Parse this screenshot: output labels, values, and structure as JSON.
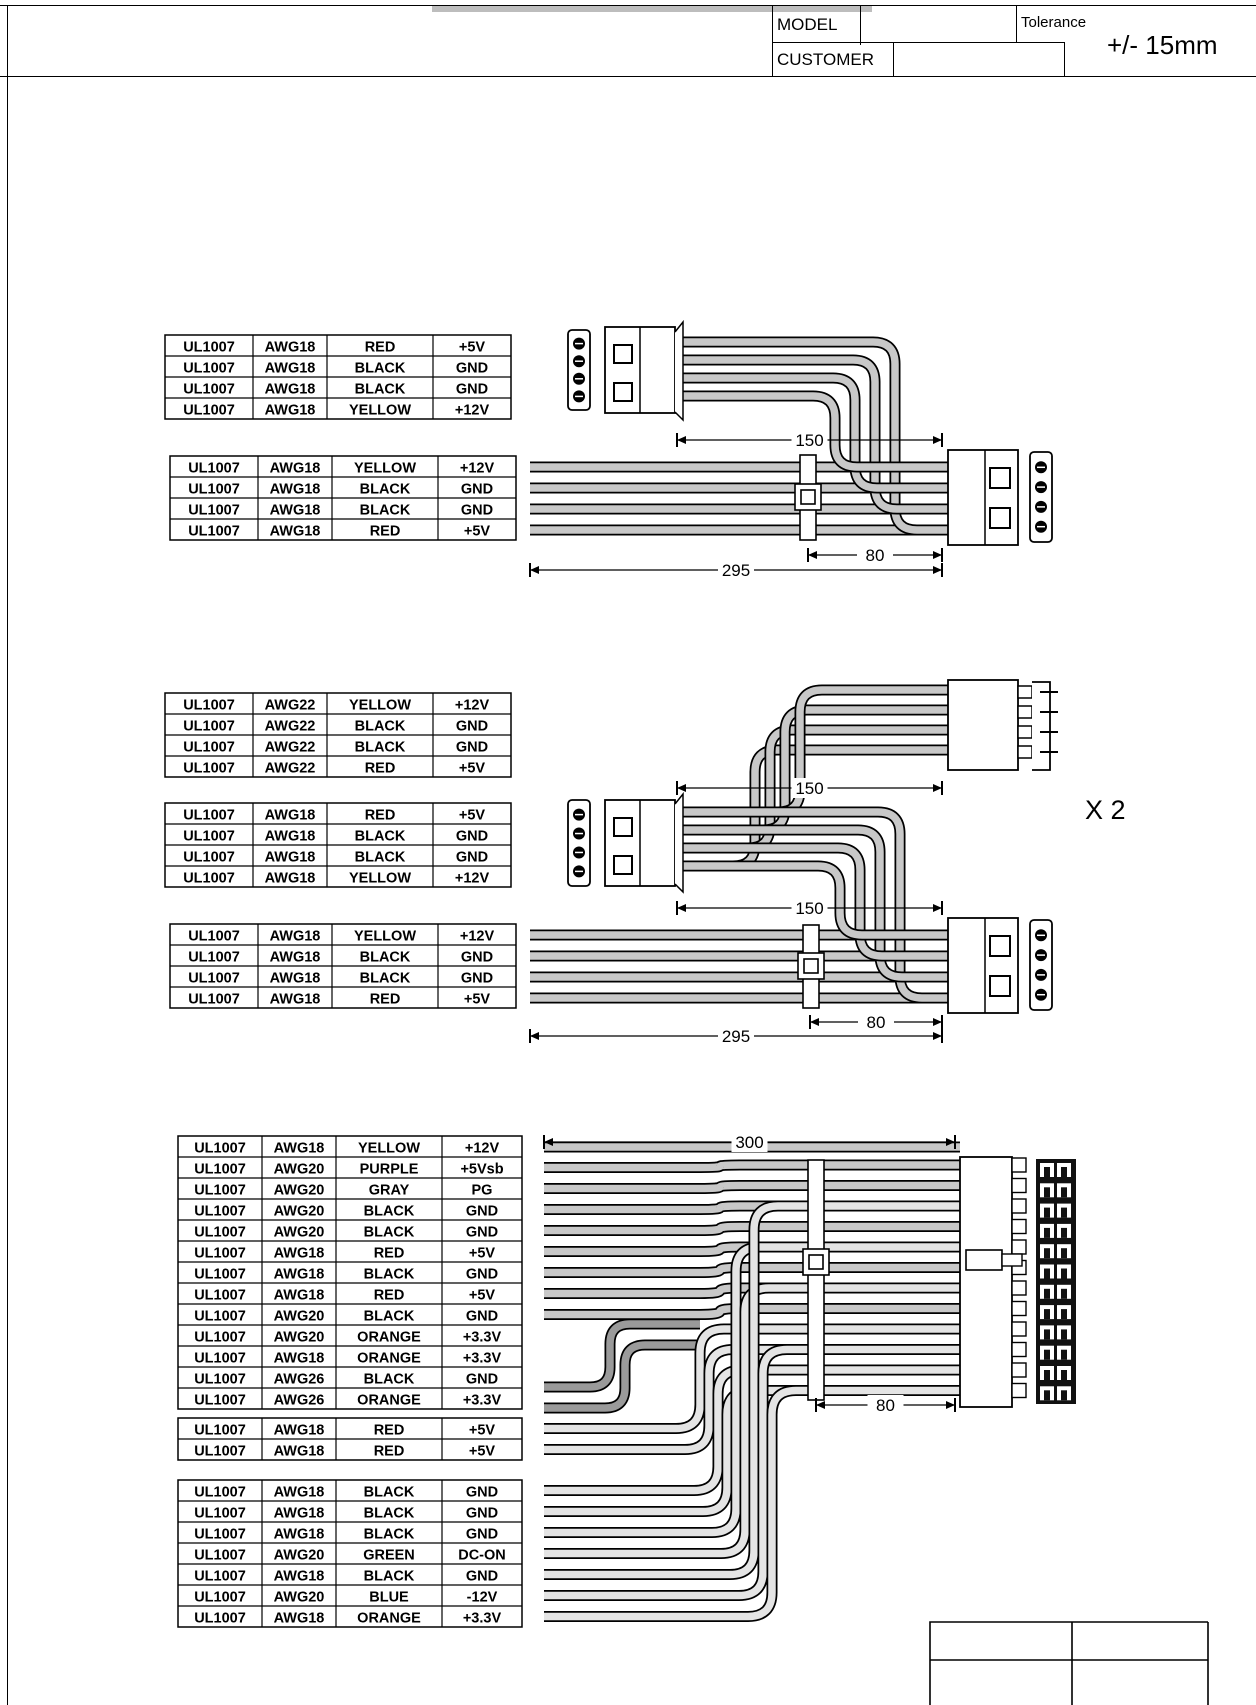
{
  "title_block": {
    "model_label": "MODEL",
    "customer_label": "CUSTOMER",
    "tolerance_label": "Tolerance",
    "tolerance_value": "+/- 15mm"
  },
  "multiplier": "X 2",
  "assemblies": [
    {
      "id": "a1",
      "tables": [
        {
          "rows": [
            [
              "UL1007",
              "AWG18",
              "RED",
              "+5V"
            ],
            [
              "UL1007",
              "AWG18",
              "BLACK",
              "GND"
            ],
            [
              "UL1007",
              "AWG18",
              "BLACK",
              "GND"
            ],
            [
              "UL1007",
              "AWG18",
              "YELLOW",
              "+12V"
            ]
          ]
        },
        {
          "rows": [
            [
              "UL1007",
              "AWG18",
              "YELLOW",
              "+12V"
            ],
            [
              "UL1007",
              "AWG18",
              "BLACK",
              "GND"
            ],
            [
              "UL1007",
              "AWG18",
              "BLACK",
              "GND"
            ],
            [
              "UL1007",
              "AWG18",
              "RED",
              "+5V"
            ]
          ]
        }
      ],
      "dimensions": [
        "150",
        "295",
        "80"
      ]
    },
    {
      "id": "a2",
      "tables": [
        {
          "rows": [
            [
              "UL1007",
              "AWG22",
              "YELLOW",
              "+12V"
            ],
            [
              "UL1007",
              "AWG22",
              "BLACK",
              "GND"
            ],
            [
              "UL1007",
              "AWG22",
              "BLACK",
              "GND"
            ],
            [
              "UL1007",
              "AWG22",
              "RED",
              "+5V"
            ]
          ]
        },
        {
          "rows": [
            [
              "UL1007",
              "AWG18",
              "RED",
              "+5V"
            ],
            [
              "UL1007",
              "AWG18",
              "BLACK",
              "GND"
            ],
            [
              "UL1007",
              "AWG18",
              "BLACK",
              "GND"
            ],
            [
              "UL1007",
              "AWG18",
              "YELLOW",
              "+12V"
            ]
          ]
        },
        {
          "rows": [
            [
              "UL1007",
              "AWG18",
              "YELLOW",
              "+12V"
            ],
            [
              "UL1007",
              "AWG18",
              "BLACK",
              "GND"
            ],
            [
              "UL1007",
              "AWG18",
              "BLACK",
              "GND"
            ],
            [
              "UL1007",
              "AWG18",
              "RED",
              "+5V"
            ]
          ]
        }
      ],
      "dimensions": [
        "150",
        "150",
        "295",
        "80"
      ]
    },
    {
      "id": "a3",
      "tables": [
        {
          "rows": [
            [
              "UL1007",
              "AWG18",
              "YELLOW",
              "+12V"
            ],
            [
              "UL1007",
              "AWG20",
              "PURPLE",
              "+5Vsb"
            ],
            [
              "UL1007",
              "AWG20",
              "GRAY",
              "PG"
            ],
            [
              "UL1007",
              "AWG20",
              "BLACK",
              "GND"
            ],
            [
              "UL1007",
              "AWG20",
              "BLACK",
              "GND"
            ],
            [
              "UL1007",
              "AWG18",
              "RED",
              "+5V"
            ],
            [
              "UL1007",
              "AWG18",
              "BLACK",
              "GND"
            ],
            [
              "UL1007",
              "AWG18",
              "RED",
              "+5V"
            ],
            [
              "UL1007",
              "AWG20",
              "BLACK",
              "GND"
            ],
            [
              "UL1007",
              "AWG20",
              "ORANGE",
              "+3.3V"
            ],
            [
              "UL1007",
              "AWG18",
              "ORANGE",
              "+3.3V"
            ],
            [
              "UL1007",
              "AWG26",
              "BLACK",
              "GND"
            ],
            [
              "UL1007",
              "AWG26",
              "ORANGE",
              "+3.3V"
            ]
          ]
        },
        {
          "rows": [
            [
              "UL1007",
              "AWG18",
              "RED",
              "+5V"
            ],
            [
              "UL1007",
              "AWG18",
              "RED",
              "+5V"
            ]
          ]
        },
        {
          "rows": [
            [
              "UL1007",
              "AWG18",
              "BLACK",
              "GND"
            ],
            [
              "UL1007",
              "AWG18",
              "BLACK",
              "GND"
            ],
            [
              "UL1007",
              "AWG18",
              "BLACK",
              "GND"
            ],
            [
              "UL1007",
              "AWG20",
              "GREEN",
              "DC-ON"
            ],
            [
              "UL1007",
              "AWG18",
              "BLACK",
              "GND"
            ],
            [
              "UL1007",
              "AWG20",
              "BLUE",
              "-12V"
            ],
            [
              "UL1007",
              "AWG18",
              "ORANGE",
              "+3.3V"
            ]
          ]
        }
      ],
      "dimensions": [
        "300",
        "80"
      ]
    }
  ],
  "colors": {
    "wire_fill": "#c8c8c8",
    "wire_fill_dark": "#9a9a9a",
    "wire_fill_light": "#e4e4e4",
    "line": "#000000"
  }
}
